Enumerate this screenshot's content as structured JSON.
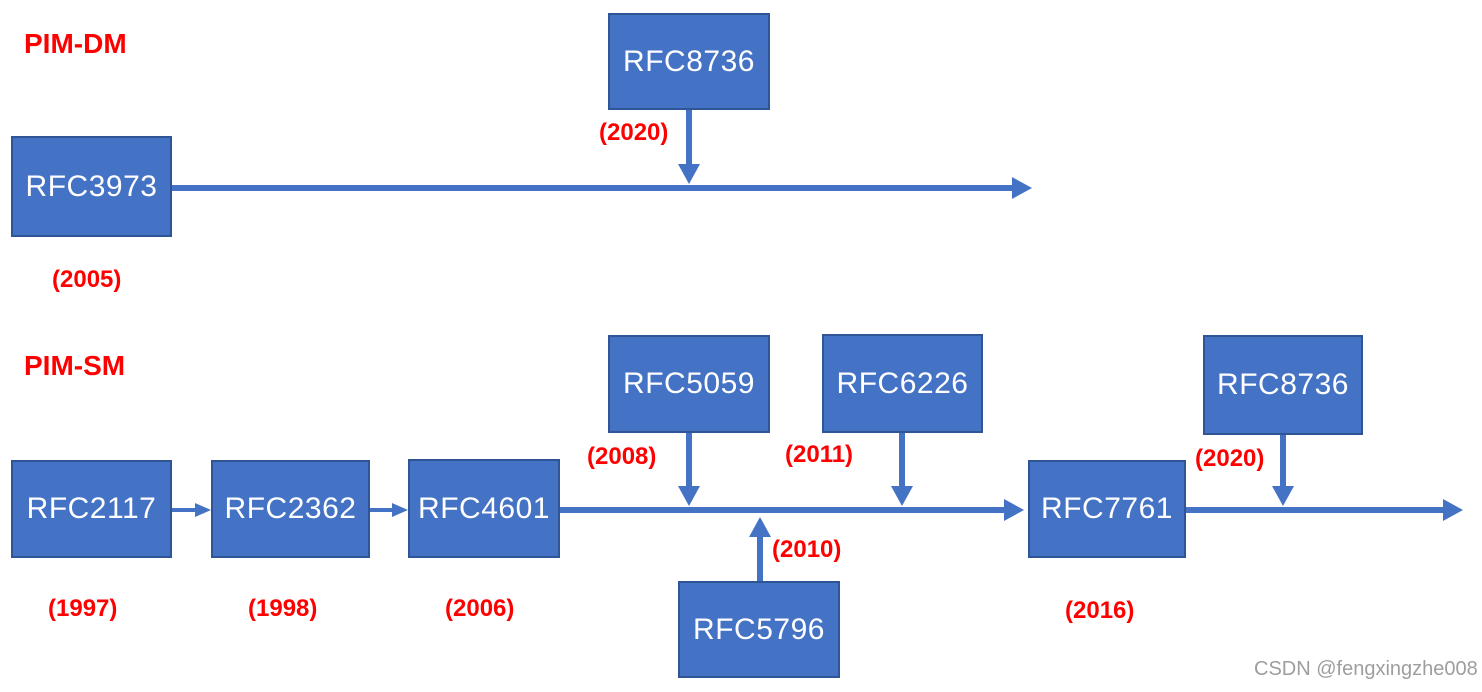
{
  "colors": {
    "box_fill": "#4472c4",
    "box_border": "#2f5597",
    "arrow": "#4472c4",
    "label_red": "#ff0000",
    "box_text": "#ffffff",
    "watermark_gray": "#9e9e9e",
    "background": "#ffffff"
  },
  "sections": {
    "dm": {
      "label": "PIM-DM"
    },
    "sm": {
      "label": "PIM-SM"
    }
  },
  "nodes": {
    "dm_rfc3973": {
      "label": "RFC3973",
      "year": "(2005)"
    },
    "dm_rfc8736": {
      "label": "RFC8736",
      "year": "(2020)"
    },
    "sm_rfc2117": {
      "label": "RFC2117",
      "year": "(1997)"
    },
    "sm_rfc2362": {
      "label": "RFC2362",
      "year": "(1998)"
    },
    "sm_rfc4601": {
      "label": "RFC4601",
      "year": "(2006)"
    },
    "sm_rfc5059": {
      "label": "RFC5059",
      "year": "(2008)"
    },
    "sm_rfc6226": {
      "label": "RFC6226",
      "year": "(2011)"
    },
    "sm_rfc5796": {
      "label": "RFC5796",
      "year": "(2010)"
    },
    "sm_rfc7761": {
      "label": "RFC7761",
      "year": "(2016)"
    },
    "sm_rfc8736": {
      "label": "RFC8736",
      "year": "(2020)"
    }
  },
  "watermark": "CSDN @fengxingzhe008"
}
